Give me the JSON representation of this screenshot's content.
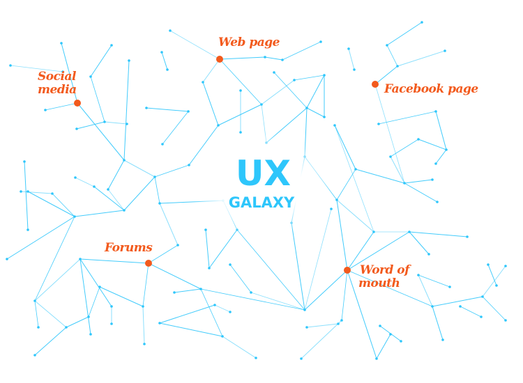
{
  "title": {
    "main": "UX",
    "sub": "GALAXY"
  },
  "labels": {
    "social_media": [
      "Social",
      "media"
    ],
    "web_page": "Web page",
    "facebook_page": "Facebook page",
    "forums": "Forums",
    "word_of_mouth": [
      "Word of",
      "mouth"
    ]
  },
  "colors": {
    "network": "#2ec6fb",
    "hub": "#f25a1d",
    "text": "#f25a1d",
    "title": "#2ec6fb"
  }
}
